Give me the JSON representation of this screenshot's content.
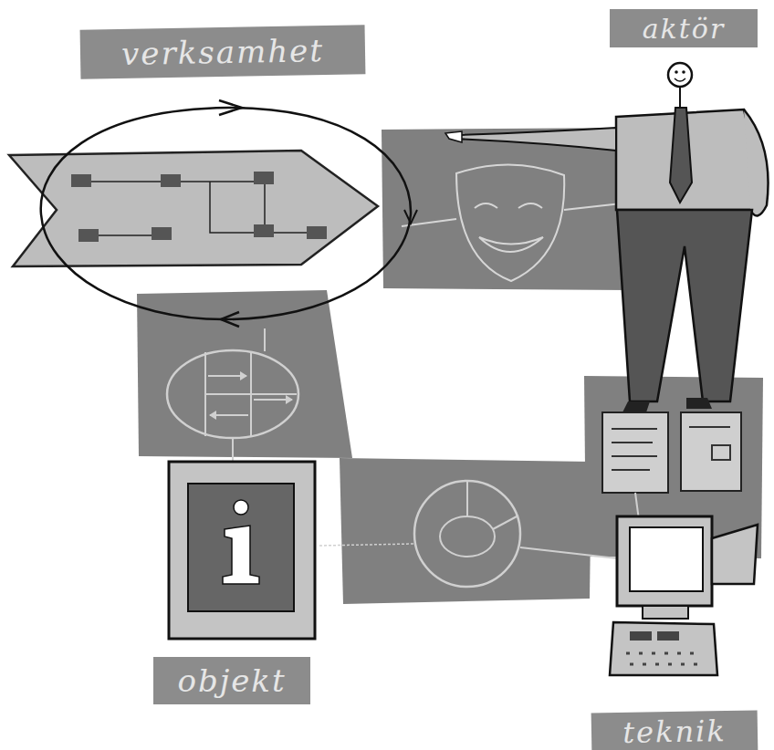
{
  "diagram": {
    "nodes": [
      {
        "text": [
          "verksamhet"
        ]
      },
      {
        "text": [
          "aktör"
        ]
      },
      {
        "text": [
          "objekt"
        ]
      },
      {
        "text": [
          "teknik"
        ]
      }
    ]
  }
}
